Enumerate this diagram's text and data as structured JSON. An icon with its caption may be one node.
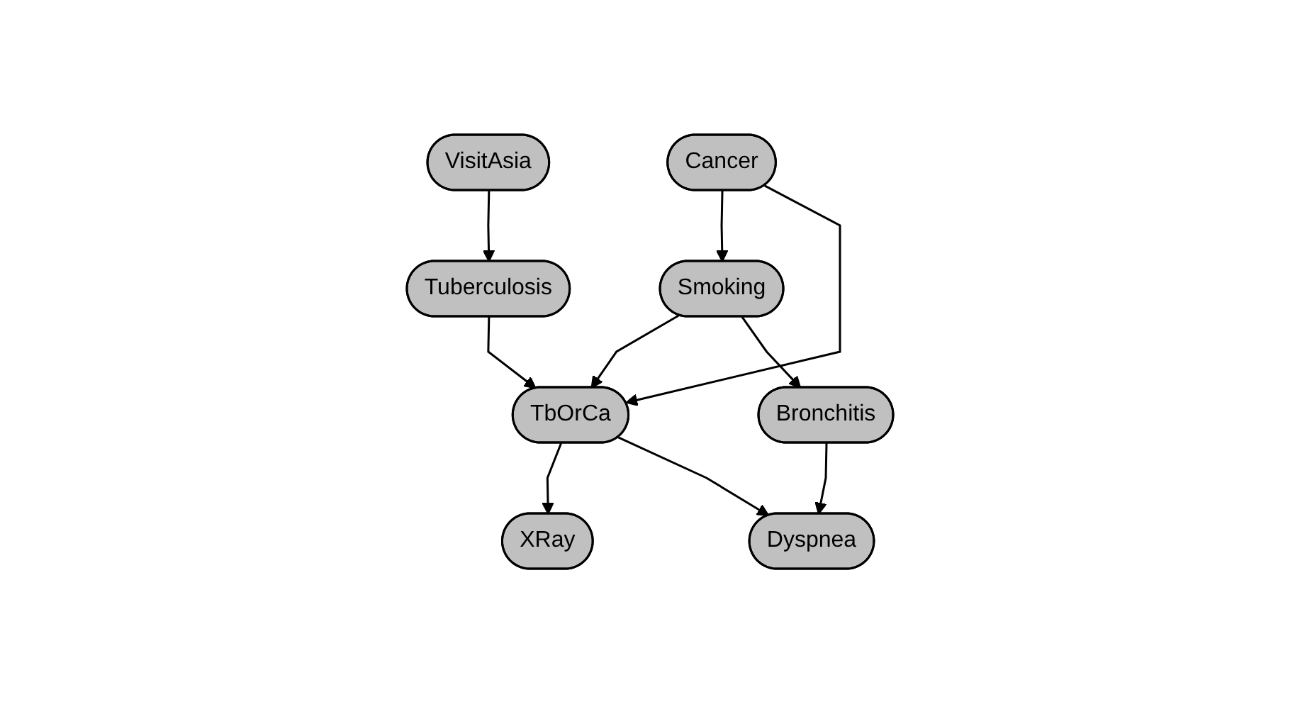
{
  "diagram": {
    "nodes": [
      {
        "text": [
          "VisitAsia"
        ]
      },
      {
        "text": [
          "Smoking"
        ]
      },
      {
        "text": [
          "Tuberculosis"
        ]
      },
      {
        "text": [
          "Cancer"
        ]
      },
      {
        "text": [
          "Bronchitis"
        ]
      },
      {
        "text": [
          "TbOrCa"
        ]
      },
      {
        "text": [
          "XRay"
        ]
      },
      {
        "text": [
          "Dyspnea"
        ]
      }
    ],
    "edges": [
      {
        "from": 0,
        "to": 2,
        "arrow": "to"
      },
      {
        "from": 3,
        "to": 1,
        "arrow": "to"
      },
      {
        "from": 1,
        "to": 5,
        "arrow": "to"
      },
      {
        "from": 1,
        "to": 4,
        "arrow": "to"
      },
      {
        "from": 2,
        "to": 5,
        "arrow": "to"
      },
      {
        "from": 3,
        "to": 5,
        "arrow": "to"
      },
      {
        "from": 5,
        "to": 6,
        "arrow": "to"
      },
      {
        "from": 5,
        "to": 7,
        "arrow": "to"
      },
      {
        "from": 4,
        "to": 7,
        "arrow": "to"
      }
    ]
  }
}
